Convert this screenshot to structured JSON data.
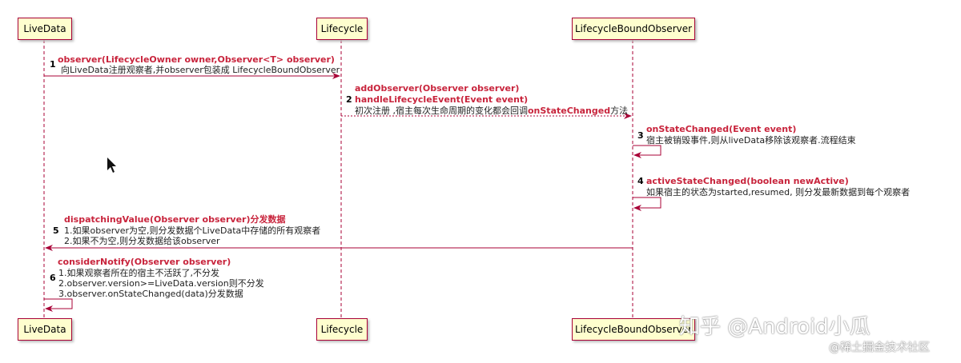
{
  "participants": [
    "LiveData",
    "Lifecycle",
    "LifecycleBoundObserver"
  ],
  "messages": [
    {
      "num": "1",
      "lines": [
        "observer(LifecycleOwner owner,Observer<T> observer)"
      ],
      "desc": [
        "向LiveData注册观察者,并observer包装成  LifecycleBoundObserver"
      ]
    },
    {
      "num": "2",
      "lines": [
        "addObserver(Observer observer)",
        "handleLifecycleEvent(Event event)"
      ],
      "desc_pre": "初次注册  ,宿主每次生命周期的变化都会回调",
      "desc_red": "onStateChanged",
      "desc_post": "方法"
    },
    {
      "num": "3",
      "lines": [
        "onStateChanged(Event event)"
      ],
      "desc": [
        "宿主被销毁事件,则从liveData移除该观察者.流程结束"
      ]
    },
    {
      "num": "4",
      "lines": [
        "activeStateChanged(boolean newActive)"
      ],
      "desc": [
        "如果宿主的状态为started,resumed, 则分发最新数据到每个观察者"
      ]
    },
    {
      "num": "5",
      "lines": [
        "dispatchingValue(Observer observer)分发数据"
      ],
      "desc": [
        "1.如果observer为空,则分发数据个LiveData中存储的所有观察者",
        "2.如果不为空,则分发数据给该observer"
      ]
    },
    {
      "num": "6",
      "lines": [
        "considerNotify(Observer observer)"
      ],
      "desc": [
        "1.如果观察者所在的宿主不活跃了,不分发",
        "2.observer.version>=LiveData.version则不分发",
        "3.observer.onStateChanged(data)分发数据"
      ]
    }
  ],
  "watermark": {
    "main": "知乎 @Android小瓜",
    "sub": "@稀土掘金技术社区"
  },
  "colors": {
    "arrow": "#a80036",
    "method": "#c8243c",
    "box": "#fefece"
  }
}
